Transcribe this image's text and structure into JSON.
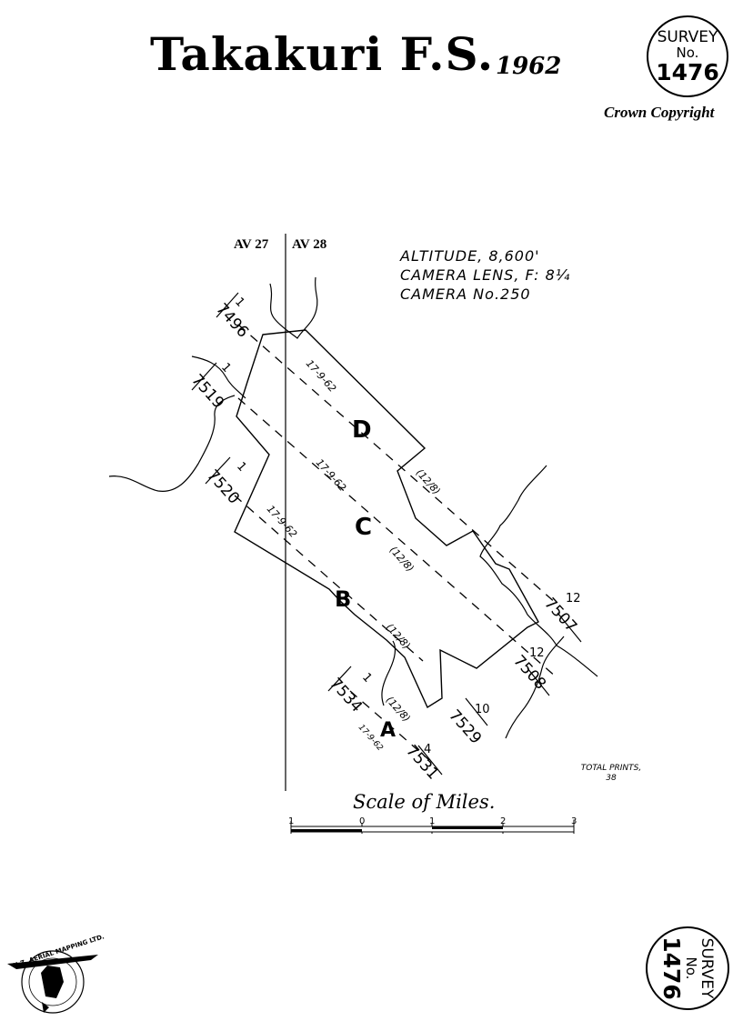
{
  "title": "Takakuri F.S.",
  "year": "1962",
  "copyright": "Crown Copyright",
  "survey_badge": {
    "label": "SURVEY",
    "no_label": "No.",
    "number": "1476"
  },
  "columns": {
    "left": "AV 27",
    "right": "AV 28"
  },
  "flight_info": {
    "altitude": "ALTITUDE, 8,600'",
    "lens": "CAMERA LENS, F: 8¼",
    "camera": "CAMERA No.250"
  },
  "total_prints": {
    "label": "TOTAL PRINTS,",
    "value": "38"
  },
  "scale": {
    "title": "Scale of Miles.",
    "ticks": [
      "1",
      "0",
      "1",
      "2",
      "3"
    ]
  },
  "runs": [
    {
      "letter": "D",
      "date": "17-9-62",
      "lens_code": "(12/8)",
      "start_photo": "7496",
      "start_count": "1",
      "end_photo": "",
      "end_count": ""
    },
    {
      "letter": "C",
      "date": "17-9-62",
      "lens_code": "(12/8)",
      "start_photo": "7519",
      "start_count": "1",
      "end_photo": "7507",
      "end_count": "12"
    },
    {
      "letter": "B",
      "date": "17-9-62",
      "lens_code": "(12/8)",
      "start_photo": "7520",
      "start_count": "1",
      "end_photo": "7508",
      "end_count": "12"
    },
    {
      "letter": "A",
      "date": "17-9-62",
      "lens_code": "(12/8)",
      "start_photo": "7534",
      "start_count": "1",
      "end_photo": "7531",
      "end_count": "4"
    },
    {
      "letter": "",
      "date": "",
      "lens_code": "",
      "start_photo": "",
      "start_count": "",
      "end_photo": "7529",
      "end_count": "10"
    }
  ],
  "logo": {
    "text": "N.Z. AERIAL MAPPING LTD."
  }
}
